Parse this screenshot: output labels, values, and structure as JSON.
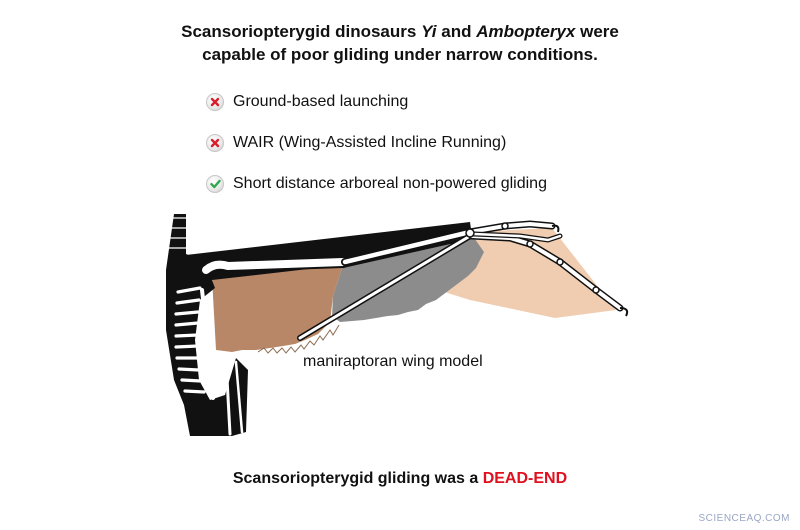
{
  "title": {
    "line1": {
      "before": "Scansoriopterygid dinosaurs ",
      "genus1": "Yi",
      "middle": " and ",
      "genus2": "Ambopteryx",
      "after": " were"
    },
    "line2": "capable of poor gliding under narrow conditions."
  },
  "hypotheses": [
    {
      "label": "Ground-based launching",
      "status": "rejected",
      "icon": "cross-icon",
      "color": "#d81e2c"
    },
    {
      "label": "WAIR (Wing-Assisted Incline Running)",
      "status": "rejected",
      "icon": "cross-icon",
      "color": "#d81e2c"
    },
    {
      "label": "Short distance arboreal non-powered gliding",
      "status": "supported",
      "icon": "check-icon",
      "color": "#2fa84f"
    }
  ],
  "figure": {
    "label": "maniraptoran wing model",
    "colors": {
      "skeleton": "#111111",
      "membrane_proximal": "#b88767",
      "membrane_middle": "#8c8c8c",
      "membrane_distal": "#f0cdb0",
      "bone_highlight": "#ffffff"
    }
  },
  "conclusion": {
    "text": "Scansoriopterygid gliding was a ",
    "emphasis": "DEAD-END",
    "emphasis_color": "#e0101e"
  },
  "watermark": "SCIENCEAQ.COM"
}
